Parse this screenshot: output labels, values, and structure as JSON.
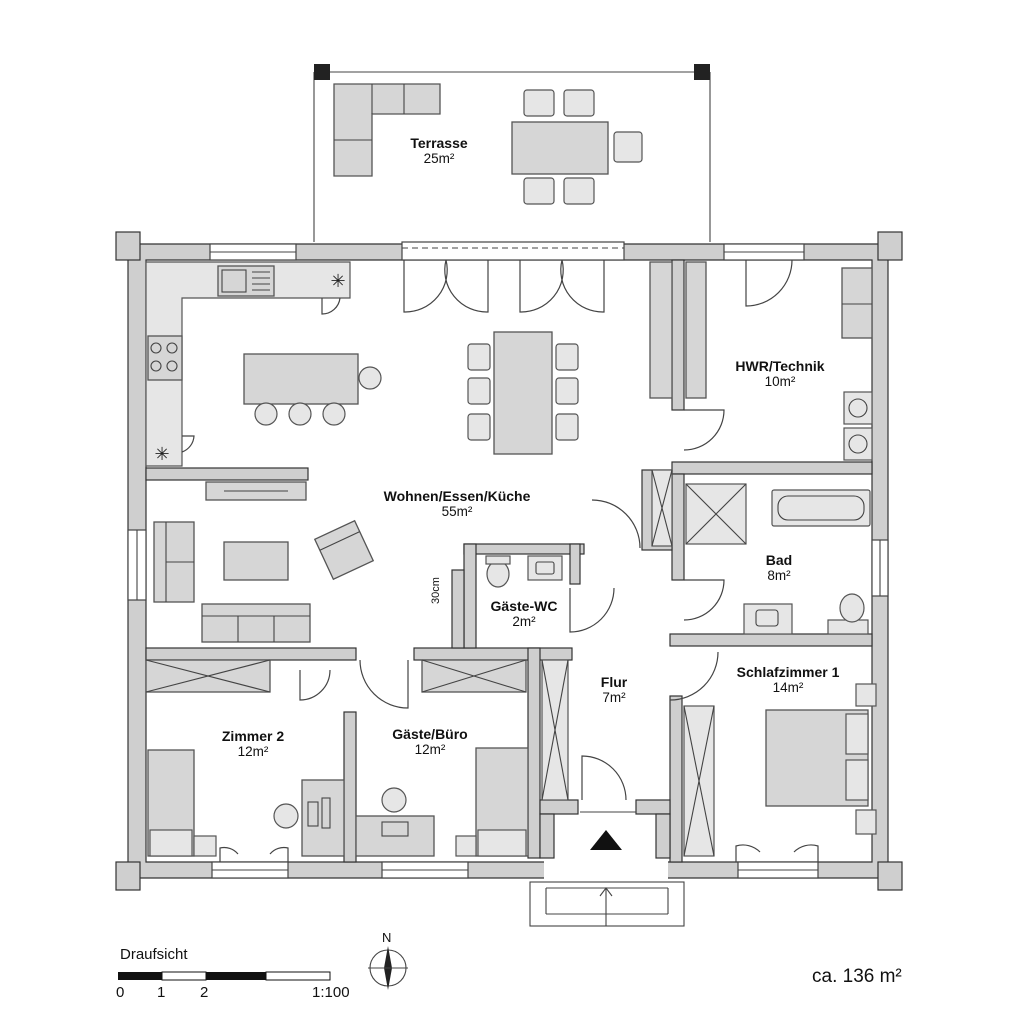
{
  "rooms": {
    "terrasse": {
      "name": "Terrasse",
      "area": "25m²"
    },
    "wohnen": {
      "name": "Wohnen/Essen/Küche",
      "area": "55m²"
    },
    "hwr": {
      "name": "HWR/Technik",
      "area": "10m²"
    },
    "bad": {
      "name": "Bad",
      "area": "8m²"
    },
    "gaeste_wc": {
      "name": "Gäste-WC",
      "area": "2m²"
    },
    "flur": {
      "name": "Flur",
      "area": "7m²"
    },
    "schlaf1": {
      "name": "Schlafzimmer 1",
      "area": "14m²"
    },
    "zimmer2": {
      "name": "Zimmer 2",
      "area": "12m²"
    },
    "buero": {
      "name": "Gäste/Büro",
      "area": "12m²"
    }
  },
  "wall_note": "30cm",
  "legend": {
    "title": "Draufsicht",
    "ticks": [
      "0",
      "1",
      "2"
    ],
    "scale": "1:100",
    "north": "N"
  },
  "total_area": "ca. 136 m²"
}
